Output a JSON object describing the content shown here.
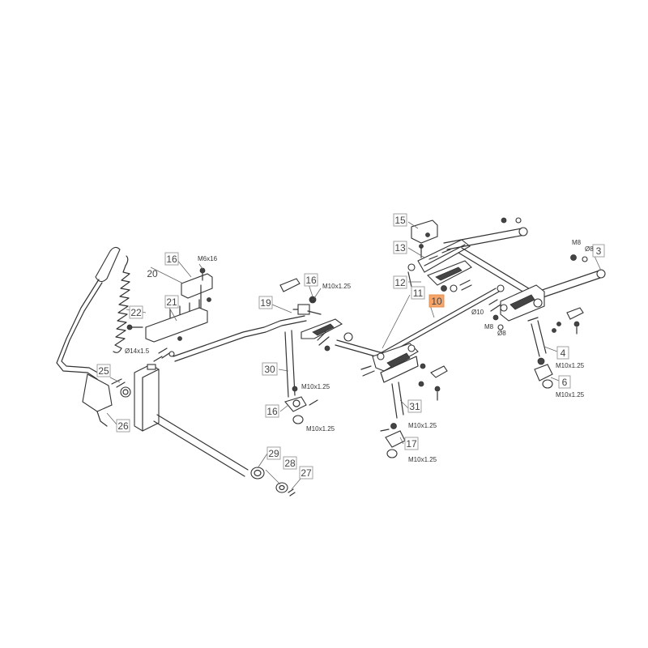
{
  "diagram": {
    "callouts": [
      {
        "id": "c3",
        "label": "3"
      },
      {
        "id": "c4",
        "label": "4"
      },
      {
        "id": "c6",
        "label": "6"
      },
      {
        "id": "c10",
        "label": "10",
        "highlight": true
      },
      {
        "id": "c11",
        "label": "11"
      },
      {
        "id": "c12",
        "label": "12"
      },
      {
        "id": "c13",
        "label": "13"
      },
      {
        "id": "c15",
        "label": "15"
      },
      {
        "id": "c16a",
        "label": "16"
      },
      {
        "id": "c16b",
        "label": "16"
      },
      {
        "id": "c16c",
        "label": "16"
      },
      {
        "id": "c17",
        "label": "17"
      },
      {
        "id": "c19",
        "label": "19"
      },
      {
        "id": "c20",
        "label": "20"
      },
      {
        "id": "c21",
        "label": "21"
      },
      {
        "id": "c22",
        "label": "22"
      },
      {
        "id": "c25",
        "label": "25"
      },
      {
        "id": "c26",
        "label": "26"
      },
      {
        "id": "c27",
        "label": "27"
      },
      {
        "id": "c28",
        "label": "28"
      },
      {
        "id": "c29",
        "label": "29"
      },
      {
        "id": "c30",
        "label": "30"
      },
      {
        "id": "c31",
        "label": "31"
      }
    ],
    "specs": [
      {
        "id": "s1",
        "text": "M6x16"
      },
      {
        "id": "s2",
        "text": "M10x1.25"
      },
      {
        "id": "s3",
        "text": "M8"
      },
      {
        "id": "s4",
        "text": "Ø8"
      },
      {
        "id": "s5",
        "text": "Ø10"
      },
      {
        "id": "s6",
        "text": "M8"
      },
      {
        "id": "s7",
        "text": "Ø8"
      },
      {
        "id": "s8",
        "text": "M10x1.25"
      },
      {
        "id": "s9",
        "text": "M10x1.25"
      },
      {
        "id": "s10",
        "text": "Ø14x1.5"
      },
      {
        "id": "s11",
        "text": "M10x1.25"
      },
      {
        "id": "s12",
        "text": "M10x1.25"
      },
      {
        "id": "s13",
        "text": "M10x1.25"
      },
      {
        "id": "s14",
        "text": "M10x1.25"
      }
    ]
  },
  "colors": {
    "highlight": "#f6a56b",
    "line": "#333333",
    "box_border": "#999999"
  }
}
